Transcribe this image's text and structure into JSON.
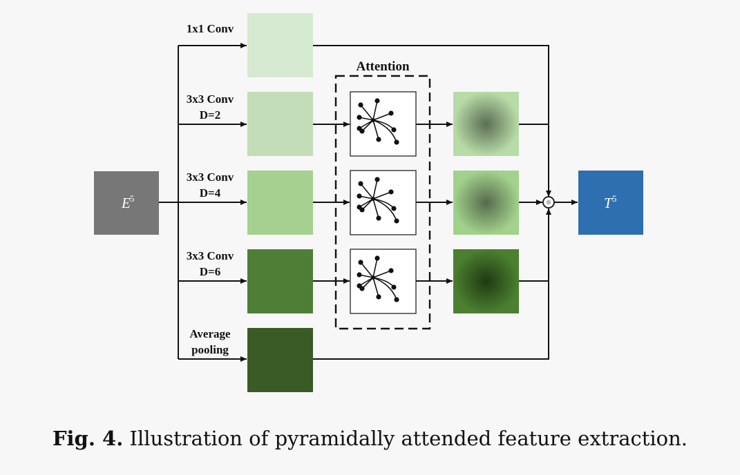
{
  "diagram": {
    "input_box": {
      "label": "E",
      "sup": "5",
      "color": "#777777"
    },
    "output_box": {
      "label": "T",
      "sup": "5",
      "color": "#2e6fb0"
    },
    "attention_label": "Attention",
    "branches": [
      {
        "label_line1": "1x1 Conv",
        "label_line2": "",
        "color": "#d6e9d1"
      },
      {
        "label_line1": "3x3 Conv",
        "label_line2": "D=2",
        "color": "#c3ddb8"
      },
      {
        "label_line1": "3x3 Conv",
        "label_line2": "D=4",
        "color": "#a6d08f"
      },
      {
        "label_line1": "3x3 Conv",
        "label_line2": "D=6",
        "color": "#4f7f36"
      },
      {
        "label_line1": "Average",
        "label_line2": "pooling",
        "color": "#3a5a26"
      }
    ],
    "attended_outputs": [
      {
        "edge": "#b8dba8",
        "center": "#5b6e52"
      },
      {
        "edge": "#a2d18c",
        "center": "#566a4c"
      },
      {
        "edge": "#4c7f30",
        "center": "#1e3a12"
      }
    ],
    "merge_node": "circle"
  },
  "caption": {
    "prefix": "Fig. 4.",
    "text": "Illustration of pyramidally attended feature extraction."
  }
}
